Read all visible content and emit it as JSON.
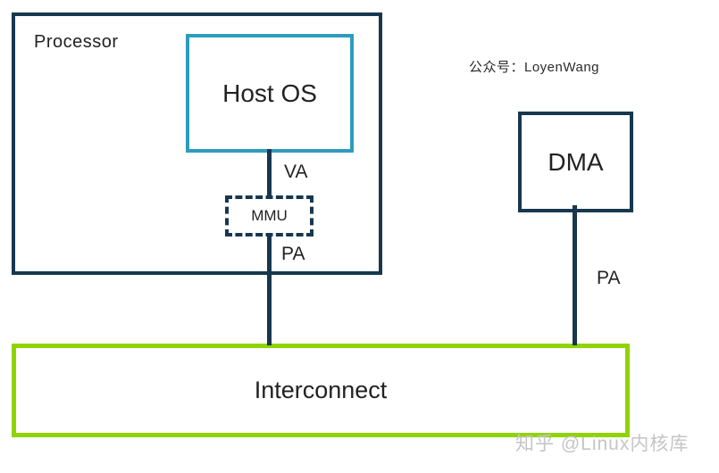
{
  "diagram": {
    "processor": {
      "label": "Processor"
    },
    "host_os": {
      "label": "Host OS"
    },
    "mmu": {
      "label": "MMU"
    },
    "dma": {
      "label": "DMA"
    },
    "interconnect": {
      "label": "Interconnect"
    },
    "edges": {
      "host_os_to_mmu": {
        "label": "VA"
      },
      "mmu_to_interconnect": {
        "label": "PA"
      },
      "dma_to_interconnect": {
        "label": "PA"
      }
    }
  },
  "annotations": {
    "wechat_account": "公众号：LoyenWang",
    "watermark": "知乎 @Linux内核库"
  },
  "colors": {
    "box_navy": "#17374e",
    "box_cyan": "#2d9cbe",
    "box_green": "#8fd400",
    "text_dark": "#222222",
    "watermark_gray": "#c5c5c5",
    "background": "#ffffff"
  }
}
